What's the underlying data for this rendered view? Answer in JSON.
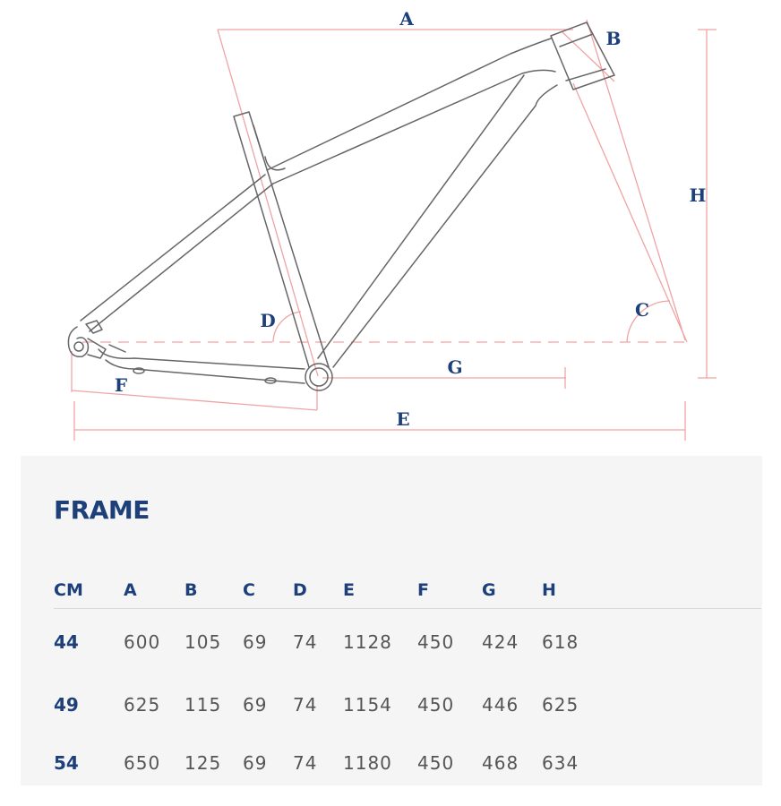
{
  "diagram": {
    "labels": {
      "a": "A",
      "b": "B",
      "c": "C",
      "d": "D",
      "e": "E",
      "f": "F",
      "g": "G",
      "h": "H"
    },
    "colors": {
      "frame_line": "#666666",
      "dimension_line": "#f0a3a3",
      "label": "#1d3f7a"
    }
  },
  "spec": {
    "title": "FRAME",
    "headers": [
      "CM",
      "A",
      "B",
      "C",
      "D",
      "E",
      "F",
      "G",
      "H"
    ],
    "rows": [
      {
        "size": "44",
        "values": [
          "600",
          "105",
          "69",
          "74",
          "1128",
          "450",
          "424",
          "618"
        ]
      },
      {
        "size": "49",
        "values": [
          "625",
          "115",
          "69",
          "74",
          "1154",
          "450",
          "446",
          "625"
        ]
      },
      {
        "size": "54",
        "values": [
          "650",
          "125",
          "69",
          "74",
          "1180",
          "450",
          "468",
          "634"
        ]
      }
    ],
    "colors": {
      "heading": "#1d3f7a",
      "value": "#555555",
      "panel_bg": "#f5f5f5"
    }
  }
}
